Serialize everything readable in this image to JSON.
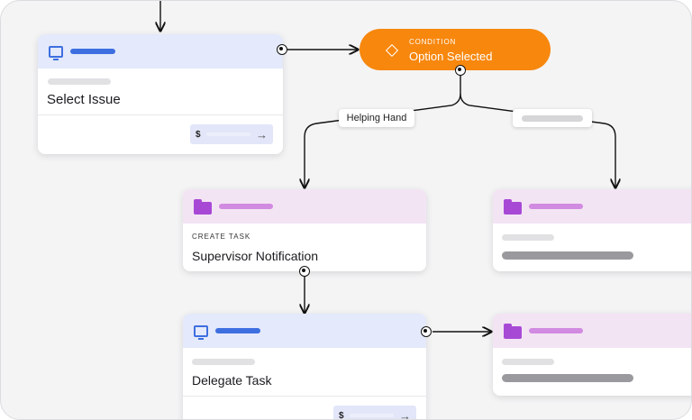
{
  "condition": {
    "kicker": "CONDITION",
    "label": "Option Selected",
    "color": "#f7870d"
  },
  "branches": {
    "left_label": "Helping Hand"
  },
  "cards": {
    "select_issue": {
      "title": "Select Issue",
      "price_symbol": "$"
    },
    "supervisor": {
      "kicker": "CREATE TASK",
      "title": "Supervisor Notification"
    },
    "delegate": {
      "title": "Delegate Task",
      "price_symbol": "$"
    }
  },
  "colors": {
    "screen_accent": "#3e6fe0",
    "folder_accent": "#a849d6",
    "background": "#f4f4f5"
  },
  "icons": [
    "monitor-icon",
    "folder-icon",
    "diamond-icon",
    "arrow-right-icon"
  ]
}
